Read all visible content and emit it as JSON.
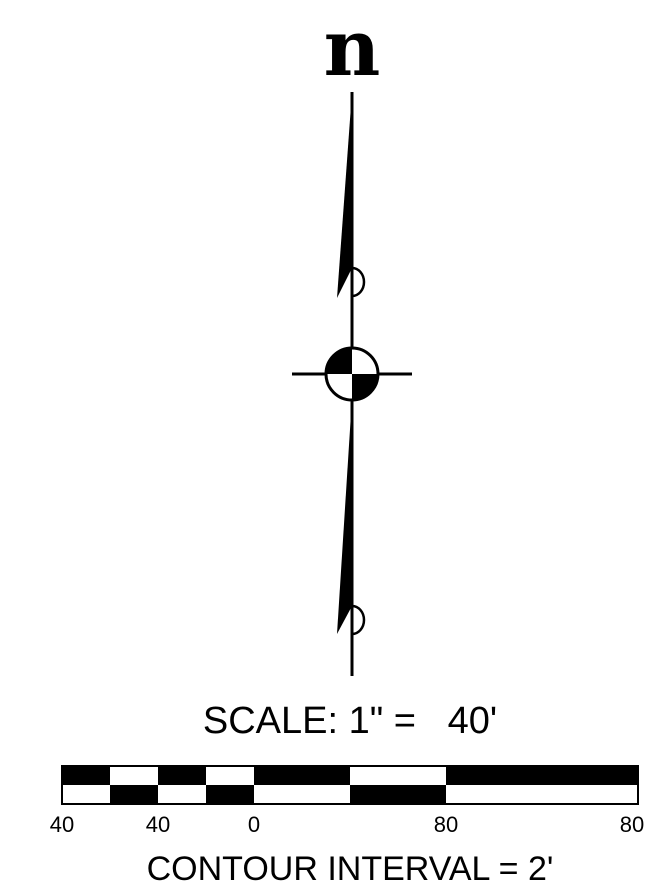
{
  "map": {
    "north_label": "n",
    "scale_text": "SCALE: 1\" =   40'",
    "scale_bar_labels": [
      "40",
      "40",
      "0",
      "80",
      "80"
    ],
    "contour_interval_text": "CONTOUR INTERVAL = 2'"
  },
  "colors": {
    "ink": "#000000",
    "paper": "#ffffff"
  }
}
